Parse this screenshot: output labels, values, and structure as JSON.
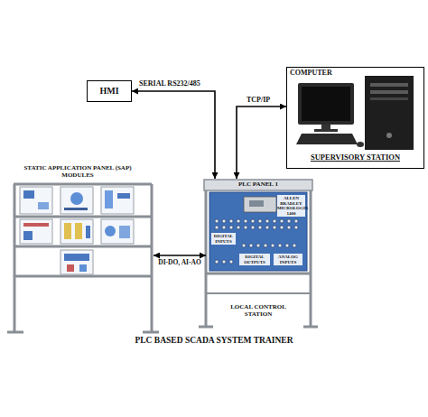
{
  "diagram": {
    "title": "PLC BASED SCADA SYSTEM TRAINER",
    "nodes": [
      {
        "text": [
          "HMI"
        ]
      },
      {
        "text": [
          "COMPUTER",
          "SUPERVISORY STATION"
        ]
      },
      {
        "text": [
          "STATIC APPLICATION PANEL (SAP) MODULES"
        ]
      },
      {
        "text": [
          "PLC PANEL 1",
          "LOCAL CONTROL STATION"
        ]
      }
    ],
    "edges": [
      {
        "from": 0,
        "to": 3,
        "arrow": "both",
        "label": "SERIAL RS232/485"
      },
      {
        "from": 3,
        "to": 1,
        "arrow": "both",
        "label": "TCP/IP"
      },
      {
        "from": 2,
        "to": 3,
        "arrow": "both",
        "label": "DI-DO, AI-AO"
      }
    ],
    "labels": [
      "ALLEN BRADLEY MICROLOGIX 1400",
      "DIGITAL INPUTS",
      "DIGITAL OUTPUTS",
      "ANALOG INPUTS"
    ]
  }
}
